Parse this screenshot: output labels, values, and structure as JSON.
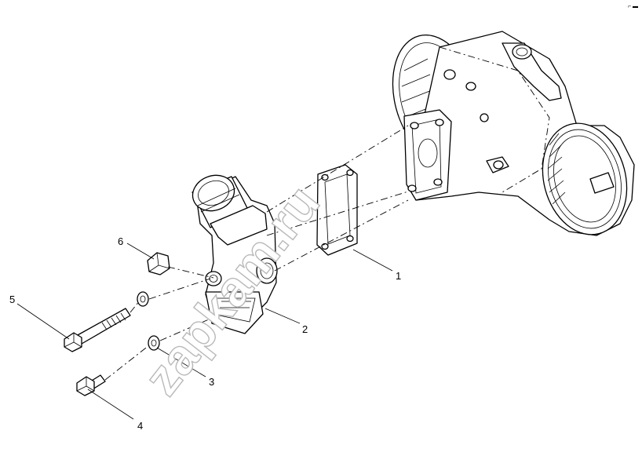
{
  "watermark": "zapkam.ru",
  "corner_mark": "⌐ ▬",
  "callouts": [
    {
      "id": "1",
      "label": "1"
    },
    {
      "id": "2",
      "label": "2"
    },
    {
      "id": "3",
      "label": "3"
    },
    {
      "id": "4",
      "label": "4"
    },
    {
      "id": "5",
      "label": "5"
    },
    {
      "id": "6",
      "label": "6"
    }
  ],
  "colors": {
    "line": "#000000",
    "watermark_outline": "#b9b9b9",
    "background": "#ffffff"
  }
}
